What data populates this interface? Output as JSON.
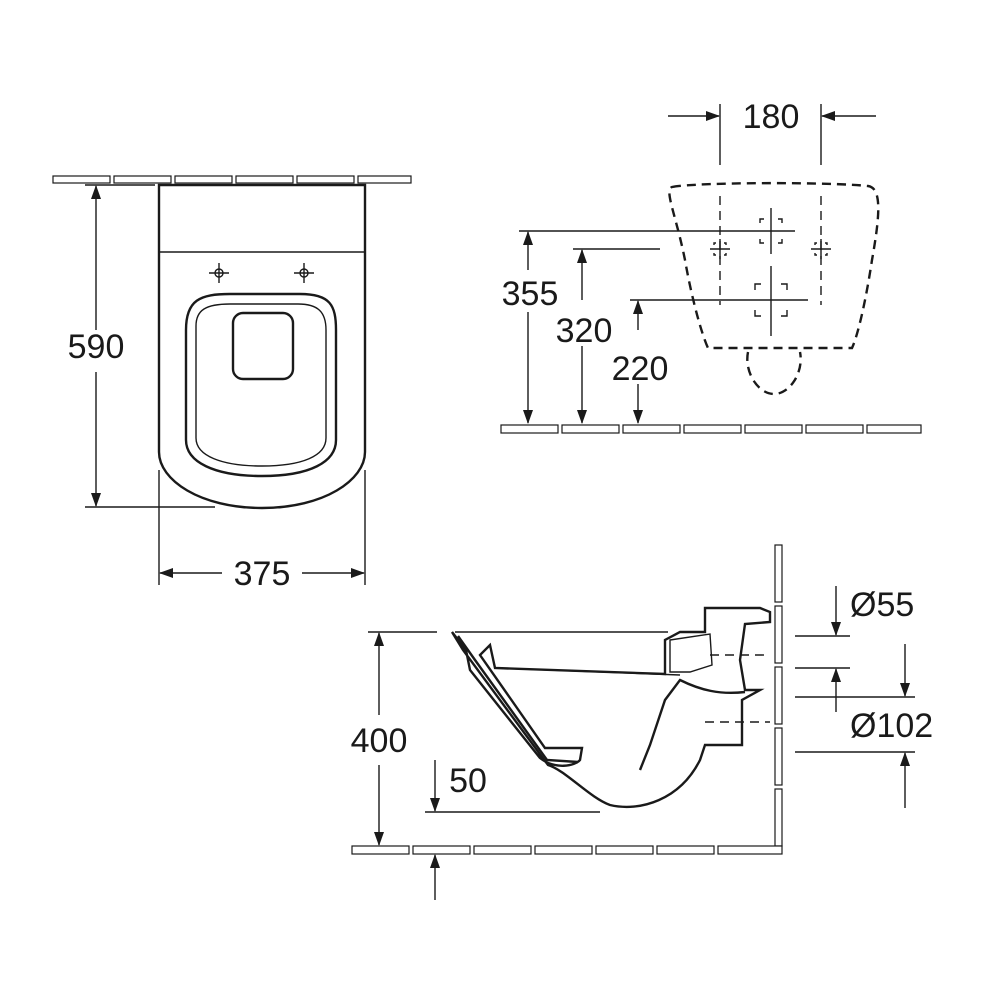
{
  "dimensions": {
    "depth": "590",
    "width": "375",
    "fixing_spacing": "180",
    "height_355": "355",
    "height_320": "320",
    "height_220": "220",
    "outlet_diameter": "Ø55",
    "waste_diameter": "Ø102",
    "rim_height": "400",
    "clearance": "50"
  },
  "colors": {
    "line": "#1a1a1a",
    "background": "#ffffff"
  }
}
